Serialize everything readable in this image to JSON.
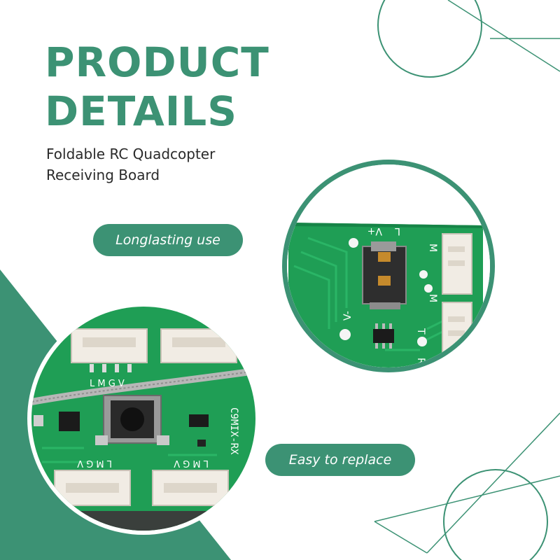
{
  "header": {
    "title_line1": "PRODUCT",
    "title_line2": "DETAILS",
    "subtitle_line1": "Foldable RC Quadcopter",
    "subtitle_line2": "Receiving Board"
  },
  "features": [
    {
      "label": "Longlasting use"
    },
    {
      "label": "Easy to replace"
    }
  ],
  "photo_top": {
    "labels": {
      "v_plus": "V+",
      "l": "L",
      "m_top": "M",
      "m_bottom": "M",
      "v_minus": "V-",
      "t": "T",
      "r": "R"
    }
  },
  "photo_bottom": {
    "labels": {
      "connector_top": "L M G V",
      "connector_bottom_left": "L M G V",
      "connector_bottom_right": "L M G V",
      "model": "C9MIX-RX"
    }
  },
  "colors": {
    "brand_green": "#3c9274",
    "pcb_green": "#23a35a",
    "background": "#ffffff"
  }
}
